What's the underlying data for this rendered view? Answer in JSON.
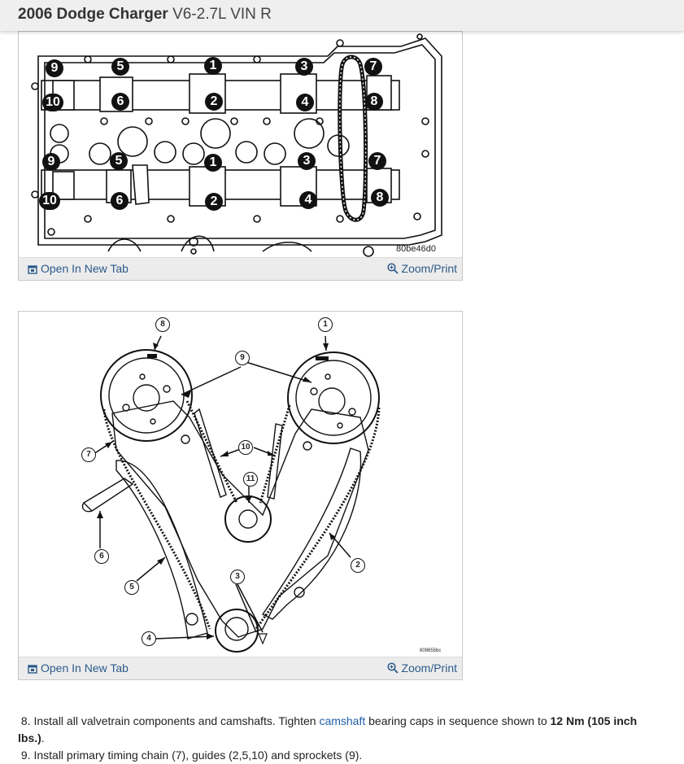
{
  "header": {
    "make_model": "2006 Dodge Charger",
    "engine": "V6-2.7L VIN R"
  },
  "figures": [
    {
      "code": "80be46d0",
      "open_label": "Open In New Tab",
      "zoom_label": "Zoom/Print",
      "cap_labels_top": [
        "9",
        "5",
        "1",
        "3",
        "7",
        "10",
        "6",
        "2",
        "4",
        "8"
      ],
      "cap_labels_bottom": [
        "9",
        "5",
        "1",
        "3",
        "7",
        "10",
        "6",
        "2",
        "4",
        "8"
      ]
    },
    {
      "code": "809655bc",
      "open_label": "Open In New Tab",
      "zoom_label": "Zoom/Print",
      "callouts": [
        "8",
        "1",
        "9",
        "7",
        "10",
        "11",
        "6",
        "2",
        "5",
        "3",
        "4"
      ]
    }
  ],
  "steps": {
    "step8": {
      "num": "8.",
      "text_a": "Install all valvetrain components and camshafts. Tighten",
      "link": "camshaft",
      "text_b": "bearing caps in sequence shown to",
      "torque": "12 Nm (105 inch lbs.)",
      "end": "."
    },
    "step9": {
      "num": "9.",
      "text": "Install primary timing chain (7), guides (2,5,10) and sprockets (9)."
    }
  },
  "colors": {
    "link": "#1f5fa6",
    "toolbar_link": "#2a5a8a",
    "header_bg": "#efefef"
  }
}
